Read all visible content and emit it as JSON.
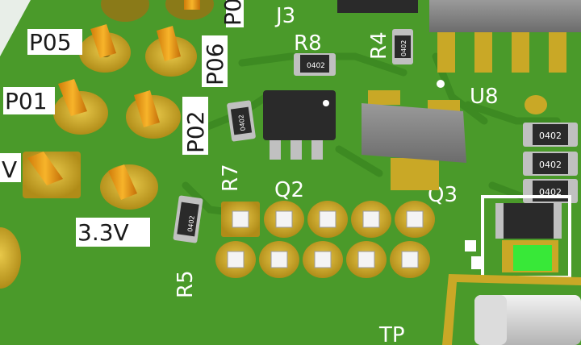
{
  "labels": {
    "P05": "P05",
    "P06": "P06",
    "P01": "P01",
    "P02": "P02",
    "P0_top": "P0",
    "V_left": "V",
    "v33": "3.3V",
    "J3": "J3",
    "R8": "R8",
    "R4": "R4",
    "R7": "R7",
    "R5": "R5",
    "Q2": "Q2",
    "Q3": "Q3",
    "U8": "U8",
    "TP": "TP"
  },
  "chip_marks": {
    "r8": "0402",
    "r4": "0402",
    "r7": "0402",
    "r5": "0402",
    "cap1": "0402",
    "cap2": "0402",
    "cap3": "0402"
  },
  "colors": {
    "board": "#4a9a2a",
    "copper_pad": "#c9a826",
    "pin": "#f0a018",
    "silkscreen": "#ffffff",
    "ic_body": "#2a2a2a",
    "led": "#38e838"
  }
}
